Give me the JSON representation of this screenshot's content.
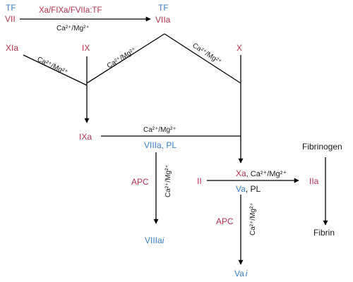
{
  "colors": {
    "factor_red": "#b1324f",
    "factor_blue": "#3a7fc4",
    "text_black": "#1a1a1a",
    "line_black": "#000000"
  },
  "labels": {
    "tf_top_left": "TF",
    "vii": "VII",
    "xa_complex": "Xa/FIXa/FVIIa:TF",
    "ca_mg_top": "Ca²⁺/Mg²⁺",
    "tf_top_right": "TF",
    "viia": "VIIa",
    "xia": "XIa",
    "ix": "IX",
    "x": "X",
    "ca_mg_xia": "Ca²⁺/Mg²⁺",
    "ca_mg_ix": "Ca²⁺/Mg²⁺",
    "ca_mg_x": "Ca²⁺/Mg²⁺",
    "ixa": "IXa",
    "ca_mg_tenase": "Ca²⁺/Mg²⁺",
    "viiia": "VIIIa",
    "pl_tenase": ", PL",
    "apc_left": "APC",
    "ca_mg_viiia": "Ca²⁺/Mg²⁺",
    "viiiai_base": "VIIIa",
    "viiiai_i": "i",
    "ii": "II",
    "xa": "Xa",
    "ca_mg_prothrombinase": ", Ca²⁺/Mg²⁺",
    "va": "Va",
    "pl_prothrombinase": ", PL",
    "iia": "IIa",
    "fibrinogen": "Fibrinogen",
    "fibrin": "Fibrin",
    "apc_right": "APC",
    "ca_mg_va": "Ca²⁺/Mg²⁺",
    "vai_base": "Va",
    "vai_i": "i"
  }
}
